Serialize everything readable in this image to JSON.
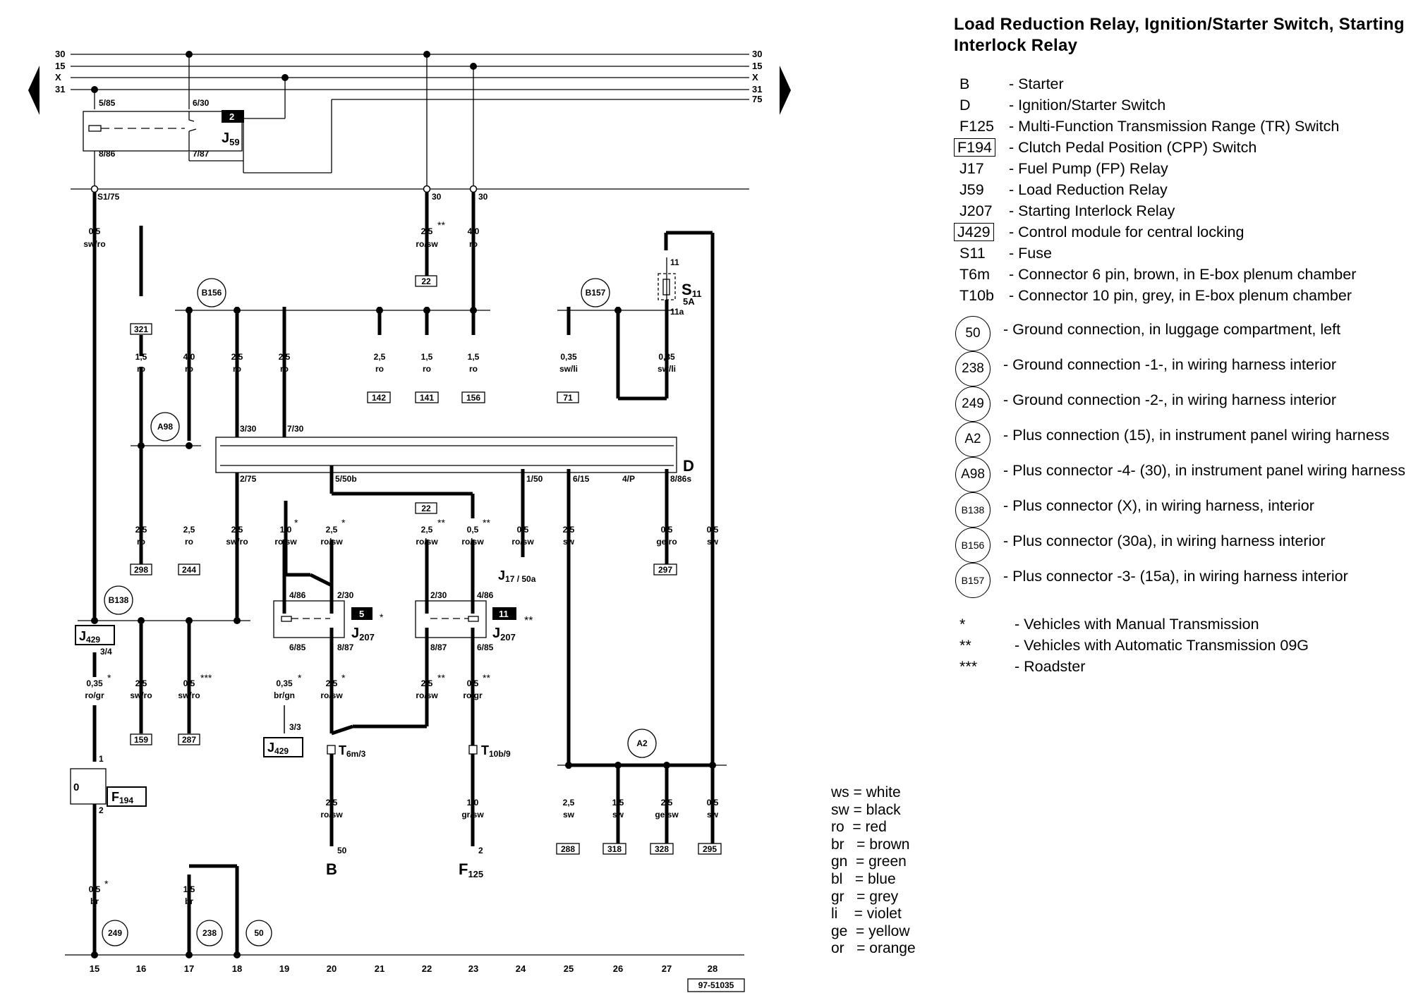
{
  "title": "Load Reduction Relay, Ignition/Starter Switch, Starting Interlock Relay",
  "legend": [
    {
      "code": "B",
      "desc": "- Starter",
      "boxed": false
    },
    {
      "code": "D",
      "desc": "- Ignition/Starter Switch",
      "boxed": false
    },
    {
      "code": "F125",
      "desc": "- Multi-Function Transmission Range (TR) Switch",
      "boxed": false
    },
    {
      "code": "F194",
      "desc": "- Clutch Pedal Position (CPP) Switch",
      "boxed": true
    },
    {
      "code": "J17",
      "desc": "- Fuel Pump (FP) Relay",
      "boxed": false
    },
    {
      "code": "J59",
      "desc": "- Load Reduction Relay",
      "boxed": false
    },
    {
      "code": "J207",
      "desc": "- Starting Interlock Relay",
      "boxed": false
    },
    {
      "code": "J429",
      "desc": "- Control module for central locking",
      "boxed": true
    },
    {
      "code": "S11",
      "desc": "- Fuse",
      "boxed": false
    },
    {
      "code": "T6m",
      "desc": "- Connector 6 pin, brown, in E-box plenum chamber",
      "boxed": false
    },
    {
      "code": "T10b",
      "desc": "- Connector 10 pin, grey, in E-box plenum chamber",
      "boxed": false
    }
  ],
  "grounds": [
    {
      "code": "50",
      "desc": "- Ground connection, in luggage compartment, left"
    },
    {
      "code": "238",
      "desc": "- Ground connection -1-, in wiring harness interior"
    },
    {
      "code": "249",
      "desc": "- Ground connection -2-, in wiring harness interior"
    },
    {
      "code": "A2",
      "desc": "- Plus connection (15), in instrument panel wiring harness"
    },
    {
      "code": "A98",
      "desc": "- Plus connector -4- (30), in instrument panel wiring harness"
    },
    {
      "code": "B138",
      "desc": "- Plus connector (X), in wiring harness, interior"
    },
    {
      "code": "B156",
      "desc": "- Plus connector (30a), in wiring harness interior"
    },
    {
      "code": "B157",
      "desc": "- Plus connector -3- (15a), in wiring harness interior"
    }
  ],
  "notes": [
    {
      "code": "*",
      "desc": "- Vehicles with Manual Transmission"
    },
    {
      "code": "**",
      "desc": "- Vehicles with Automatic Transmission 09G"
    },
    {
      "code": "***",
      "desc": "- Roadster"
    }
  ],
  "colors": [
    "ws = white",
    "sw = black",
    "ro  = red",
    "br   = brown",
    "gn  = green",
    "bl   = blue",
    "gr   = grey",
    "li    = violet",
    "ge  = yellow",
    "or   = orange"
  ],
  "diagram": {
    "bus_labels": [
      "30",
      "15",
      "X",
      "31",
      "75"
    ],
    "columns": [
      "15",
      "16",
      "17",
      "18",
      "19",
      "20",
      "21",
      "22",
      "23",
      "24",
      "25",
      "26",
      "27",
      "28"
    ],
    "ref_number": "97-51035",
    "s175": "S1/75",
    "j59": {
      "name": "J",
      "sub": "59",
      "badge": "2",
      "pins": [
        "5/85",
        "6/30",
        "8/86",
        "7/87"
      ]
    },
    "fuse": {
      "name": "S",
      "sub": "11",
      "amp": "5A",
      "pins": [
        "11",
        "11a"
      ]
    },
    "switch_d": {
      "name": "D",
      "pins": [
        "3/30",
        "7/30",
        "2/75",
        "5/50b",
        "1/50",
        "6/15",
        "4/P",
        "8/86s"
      ]
    },
    "j207a": {
      "name": "J",
      "sub": "207",
      "badge": "5",
      "star": "*",
      "pins": [
        "4/86",
        "2/30",
        "6/85",
        "8/87"
      ]
    },
    "j207b": {
      "name": "J",
      "sub": "207",
      "badge": "11",
      "star": "**",
      "pins": [
        "2/30",
        "4/86",
        "8/87",
        "6/85"
      ]
    },
    "j429_top": {
      "name": "J",
      "sub": "429",
      "pin": "3/4"
    },
    "j429_bot": {
      "name": "J",
      "sub": "429",
      "pin": "3/3"
    },
    "f194": {
      "name": "F",
      "sub": "194",
      "pins": [
        "1",
        "2"
      ],
      "sym": "0"
    },
    "j17": {
      "name": "J",
      "sub": "17 / 50a"
    },
    "t6m": {
      "name": "T",
      "sub": "6m/3"
    },
    "t10b": {
      "name": "T",
      "sub": "10b/9"
    },
    "b": {
      "name": "B",
      "pin": "50"
    },
    "f125": {
      "name": "F",
      "sub": "125",
      "pin": "2"
    },
    "nodes": [
      "B156",
      "B157",
      "A98",
      "B138",
      "A2",
      "249",
      "238",
      "50"
    ],
    "wires": {
      "c15_top": {
        "size": "0,5",
        "color": "sw/ro"
      },
      "c15_mid": {
        "size": "0,35",
        "color": "ro/gr",
        "star": "*"
      },
      "c15_bot": {
        "size": "0,5",
        "color": "br",
        "star": "*"
      },
      "c16_top": {
        "size": "1,5",
        "color": "ro"
      },
      "c16_mid": {
        "size": "2,5",
        "color": "ro"
      },
      "c16_bot": {
        "size": "2,5",
        "color": "sw/ro"
      },
      "c17_top": {
        "size": "4,0",
        "color": "ro"
      },
      "c17_mid": {
        "size": "2,5",
        "color": "ro"
      },
      "c17_bot": {
        "size": "0,5",
        "color": "sw/ro",
        "star": "***"
      },
      "c17_gnd": {
        "size": "1,5",
        "color": "br"
      },
      "c18_top": {
        "size": "2,5",
        "color": "ro"
      },
      "c18_mid": {
        "size": "2,5",
        "color": "sw/ro"
      },
      "c19_top": {
        "size": "2,5",
        "color": "ro"
      },
      "c19_mid": {
        "size": "1,0",
        "color": "ro/sw",
        "star": "*"
      },
      "c19_bot": {
        "size": "0,35",
        "color": "br/gn",
        "star": "*"
      },
      "c20_mid": {
        "size": "2,5",
        "color": "ro/sw",
        "star": "*"
      },
      "c20_bot": {
        "size": "2,5",
        "color": "ro/sw",
        "star": "*"
      },
      "c20_end": {
        "size": "2,5",
        "color": "ro/sw"
      },
      "c21_top": {
        "size": "2,5",
        "color": "ro"
      },
      "c22_up": {
        "size": "2,5",
        "color": "ro/sw",
        "star": "**"
      },
      "c22_top": {
        "size": "1,5",
        "color": "ro"
      },
      "c22_mid": {
        "size": "2,5",
        "color": "ro/sw",
        "star": "**"
      },
      "c22_bot": {
        "size": "2,5",
        "color": "ro/sw",
        "star": "**"
      },
      "c23_up": {
        "size": "4,0",
        "color": "ro"
      },
      "c23_top": {
        "size": "1,5",
        "color": "ro"
      },
      "c23_mid": {
        "size": "0,5",
        "color": "ro/sw",
        "star": "**"
      },
      "c23_bot": {
        "size": "0,5",
        "color": "ro/gr",
        "star": "**"
      },
      "c23_end": {
        "size": "1,0",
        "color": "gr/sw"
      },
      "c24_top": {
        "size": "0,35",
        "color": "sw/li"
      },
      "c24_mid": {
        "size": "0,5",
        "color": "ro/sw"
      },
      "c25_mid": {
        "size": "2,5",
        "color": "sw"
      },
      "c25_bot": {
        "size": "2,5",
        "color": "sw"
      },
      "c26_bot": {
        "size": "1,5",
        "color": "sw"
      },
      "c27_top": {
        "size": "0,35",
        "color": "sw/li"
      },
      "c27_mid": {
        "size": "0,5",
        "color": "ge/ro"
      },
      "c27_bot": {
        "size": "2,5",
        "color": "ge/sw"
      },
      "c28_mid": {
        "size": "0,5",
        "color": "sw"
      },
      "c28_bot": {
        "size": "0,5",
        "color": "sw"
      }
    },
    "refs": {
      "r321": "321",
      "r22a": "22",
      "r142": "142",
      "r141": "141",
      "r156": "156",
      "r71": "71",
      "r298": "298",
      "r244": "244",
      "r22b": "22",
      "r297": "297",
      "r159": "159",
      "r287": "287",
      "r288": "288",
      "r318": "318",
      "r328": "328",
      "r295": "295"
    },
    "pin30a": "30",
    "pin30b": "30"
  }
}
